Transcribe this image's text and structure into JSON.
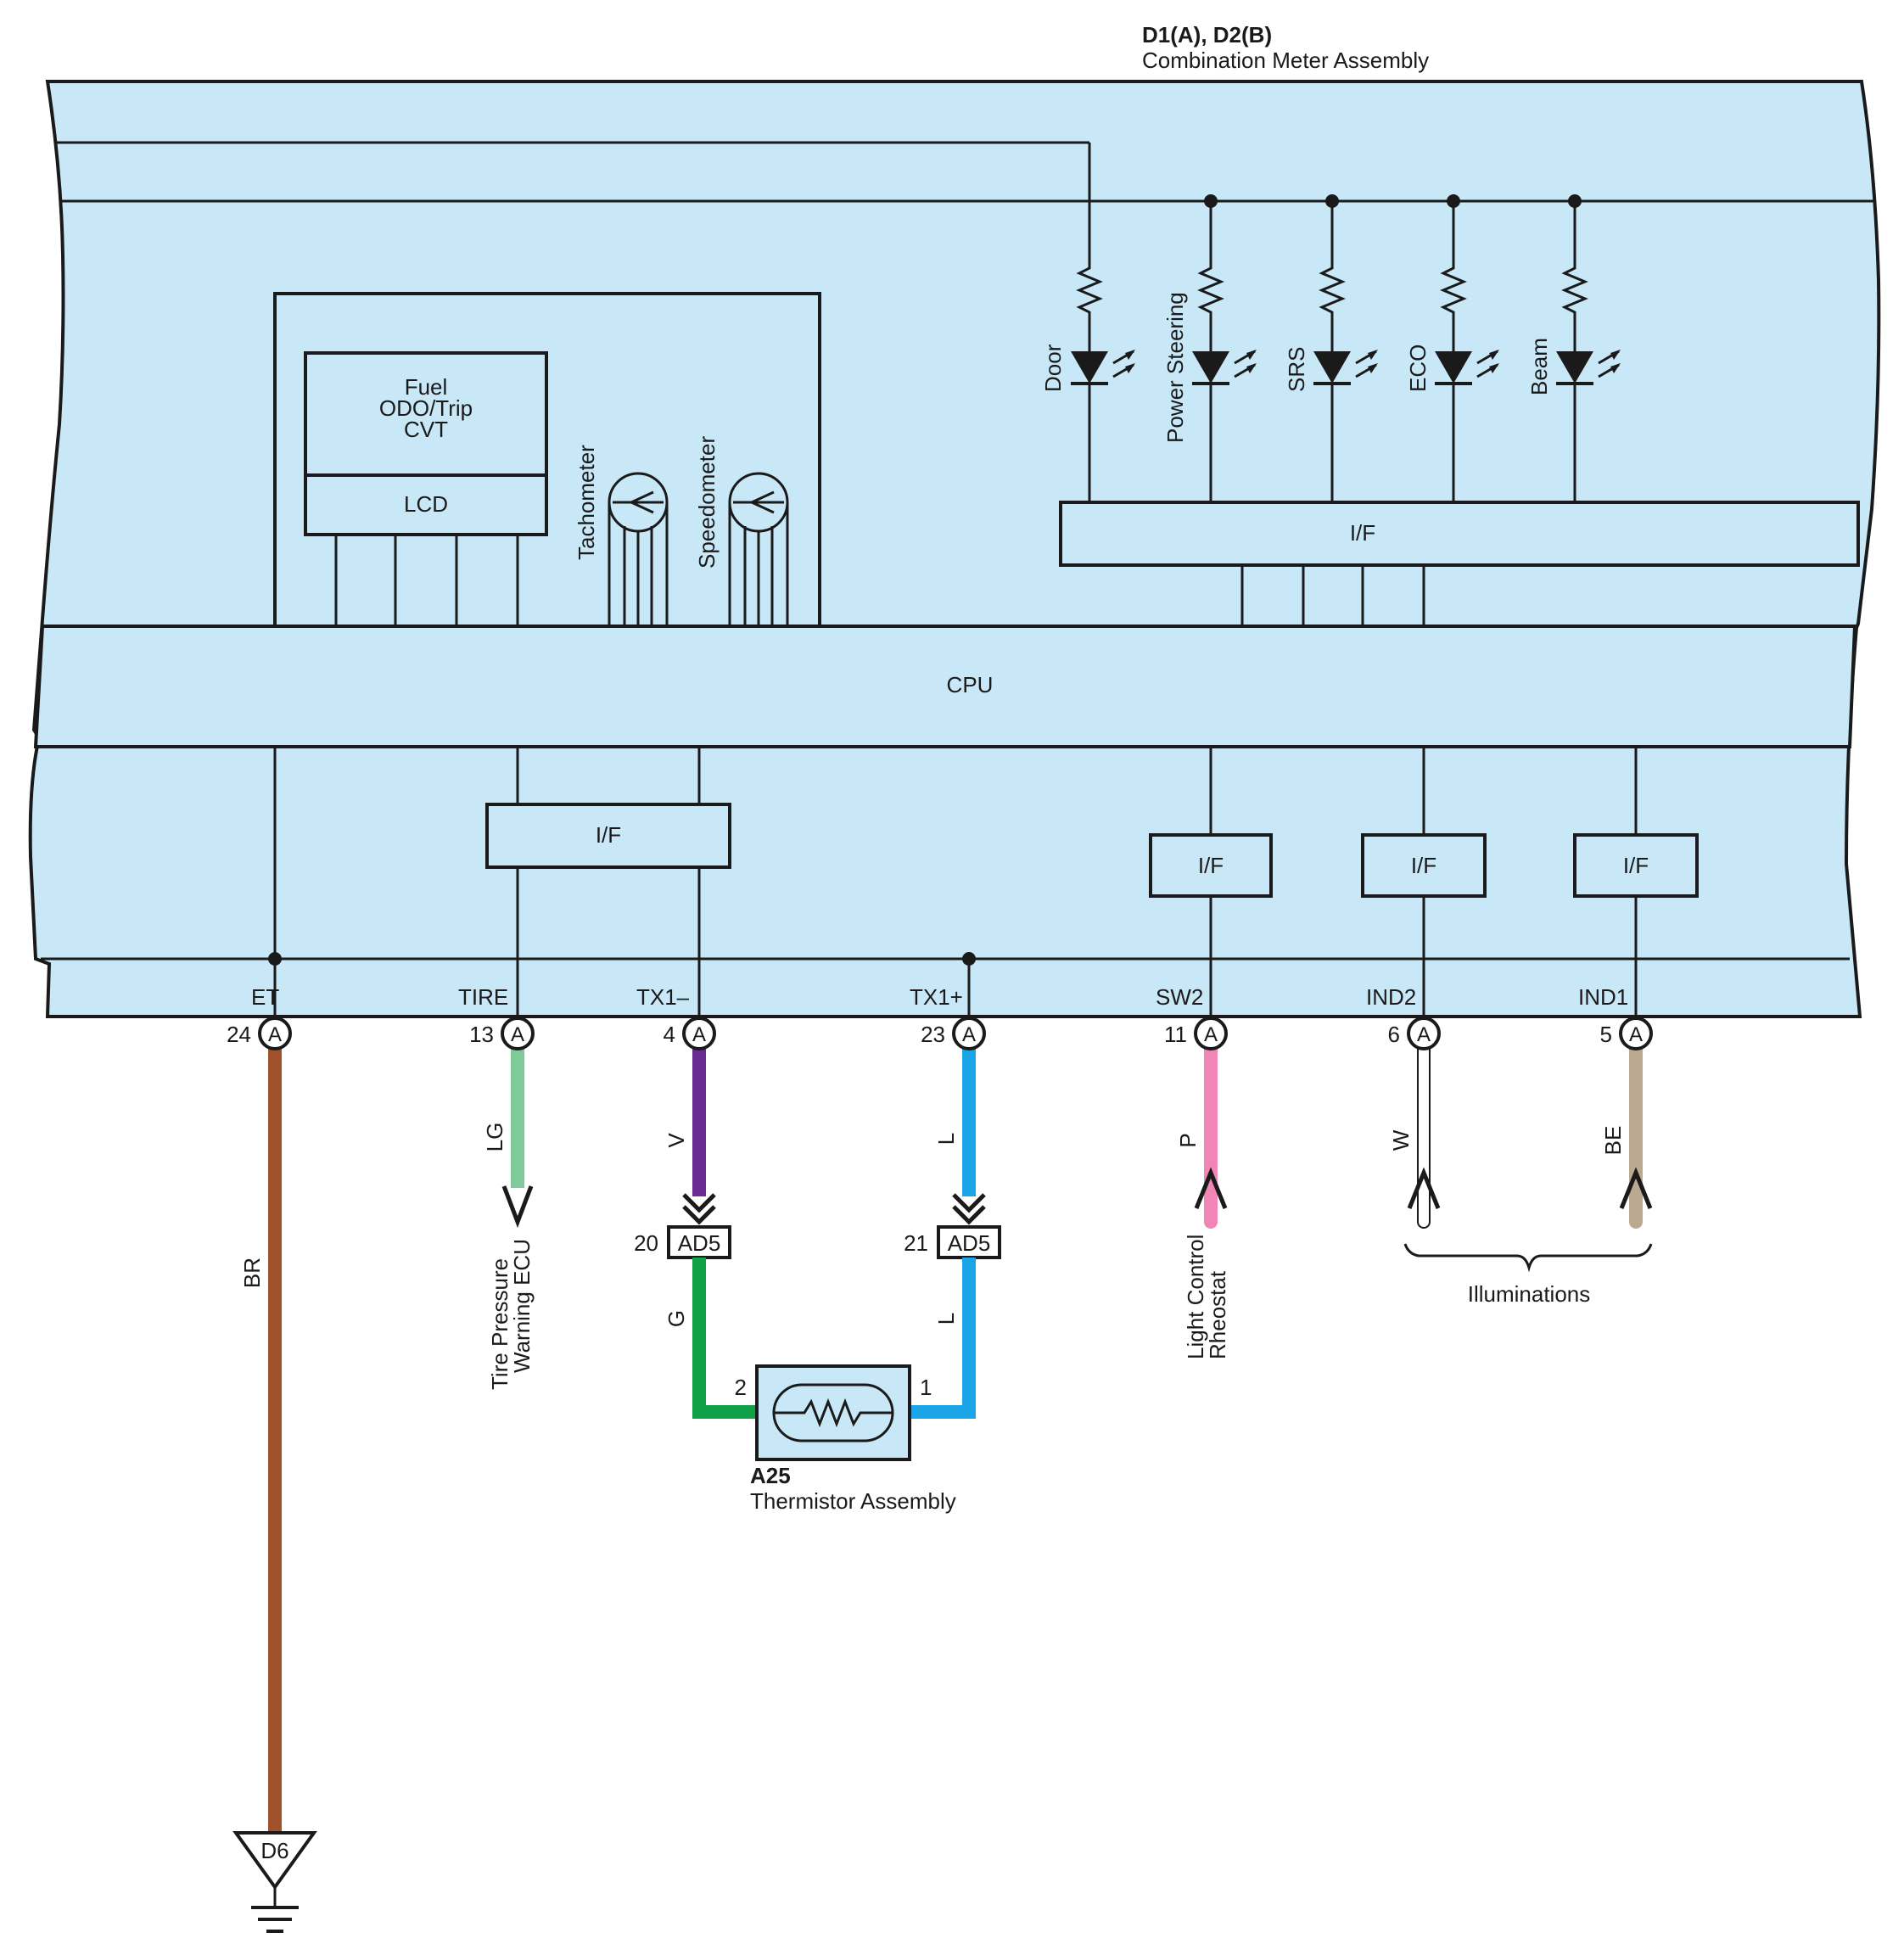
{
  "assembly": {
    "code": "D1(A), D2(B)",
    "name": "Combination Meter Assembly",
    "fill_color": "#c8e8f8"
  },
  "display": {
    "lines": [
      "Fuel",
      "ODO/Trip",
      "CVT"
    ],
    "lcd_label": "LCD"
  },
  "gauges": [
    {
      "label": "Tachometer"
    },
    {
      "label": "Speedometer"
    }
  ],
  "indicators": [
    {
      "label": "Door"
    },
    {
      "label": "Power Steering"
    },
    {
      "label": "SRS"
    },
    {
      "label": "ECO"
    },
    {
      "label": "Beam"
    }
  ],
  "interfaces": {
    "top": "I/F",
    "tire": "I/F",
    "sw2": "I/F",
    "ind2": "I/F",
    "ind1": "I/F"
  },
  "cpu_label": "CPU",
  "terminals": [
    {
      "name": "ET",
      "pin": "24",
      "connector": "A",
      "wire": "BR",
      "color": "#a0522d"
    },
    {
      "name": "TIRE",
      "pin": "13",
      "connector": "A",
      "wire": "LG",
      "color": "#7fc99a"
    },
    {
      "name": "TX1–",
      "pin": "4",
      "connector": "A",
      "wire": "V",
      "color": "#6a2c91"
    },
    {
      "name": "TX1+",
      "pin": "23",
      "connector": "A",
      "wire": "L",
      "color": "#1aa5e6"
    },
    {
      "name": "SW2",
      "pin": "11",
      "connector": "A",
      "wire": "P",
      "color": "#ef86b5"
    },
    {
      "name": "IND2",
      "pin": "6",
      "connector": "A",
      "wire": "W",
      "color": "#ffffff"
    },
    {
      "name": "IND1",
      "pin": "5",
      "connector": "A",
      "wire": "BE",
      "color": "#bba890"
    }
  ],
  "joint_connectors": [
    {
      "pin": "20",
      "name": "AD5"
    },
    {
      "pin": "21",
      "name": "AD5"
    }
  ],
  "thermistor": {
    "code": "A25",
    "name": "Thermistor Assembly",
    "pin_left": "2",
    "pin_right": "1",
    "wire_left": "G",
    "wire_right": "L",
    "wire_left_color": "#10a046"
  },
  "destinations": {
    "tire_ecu": [
      "Tire Pressure",
      "Warning ECU"
    ],
    "light_control": [
      "Light Control",
      "Rheostat"
    ],
    "illuminations": "Illuminations"
  },
  "ground": {
    "label": "D6"
  }
}
